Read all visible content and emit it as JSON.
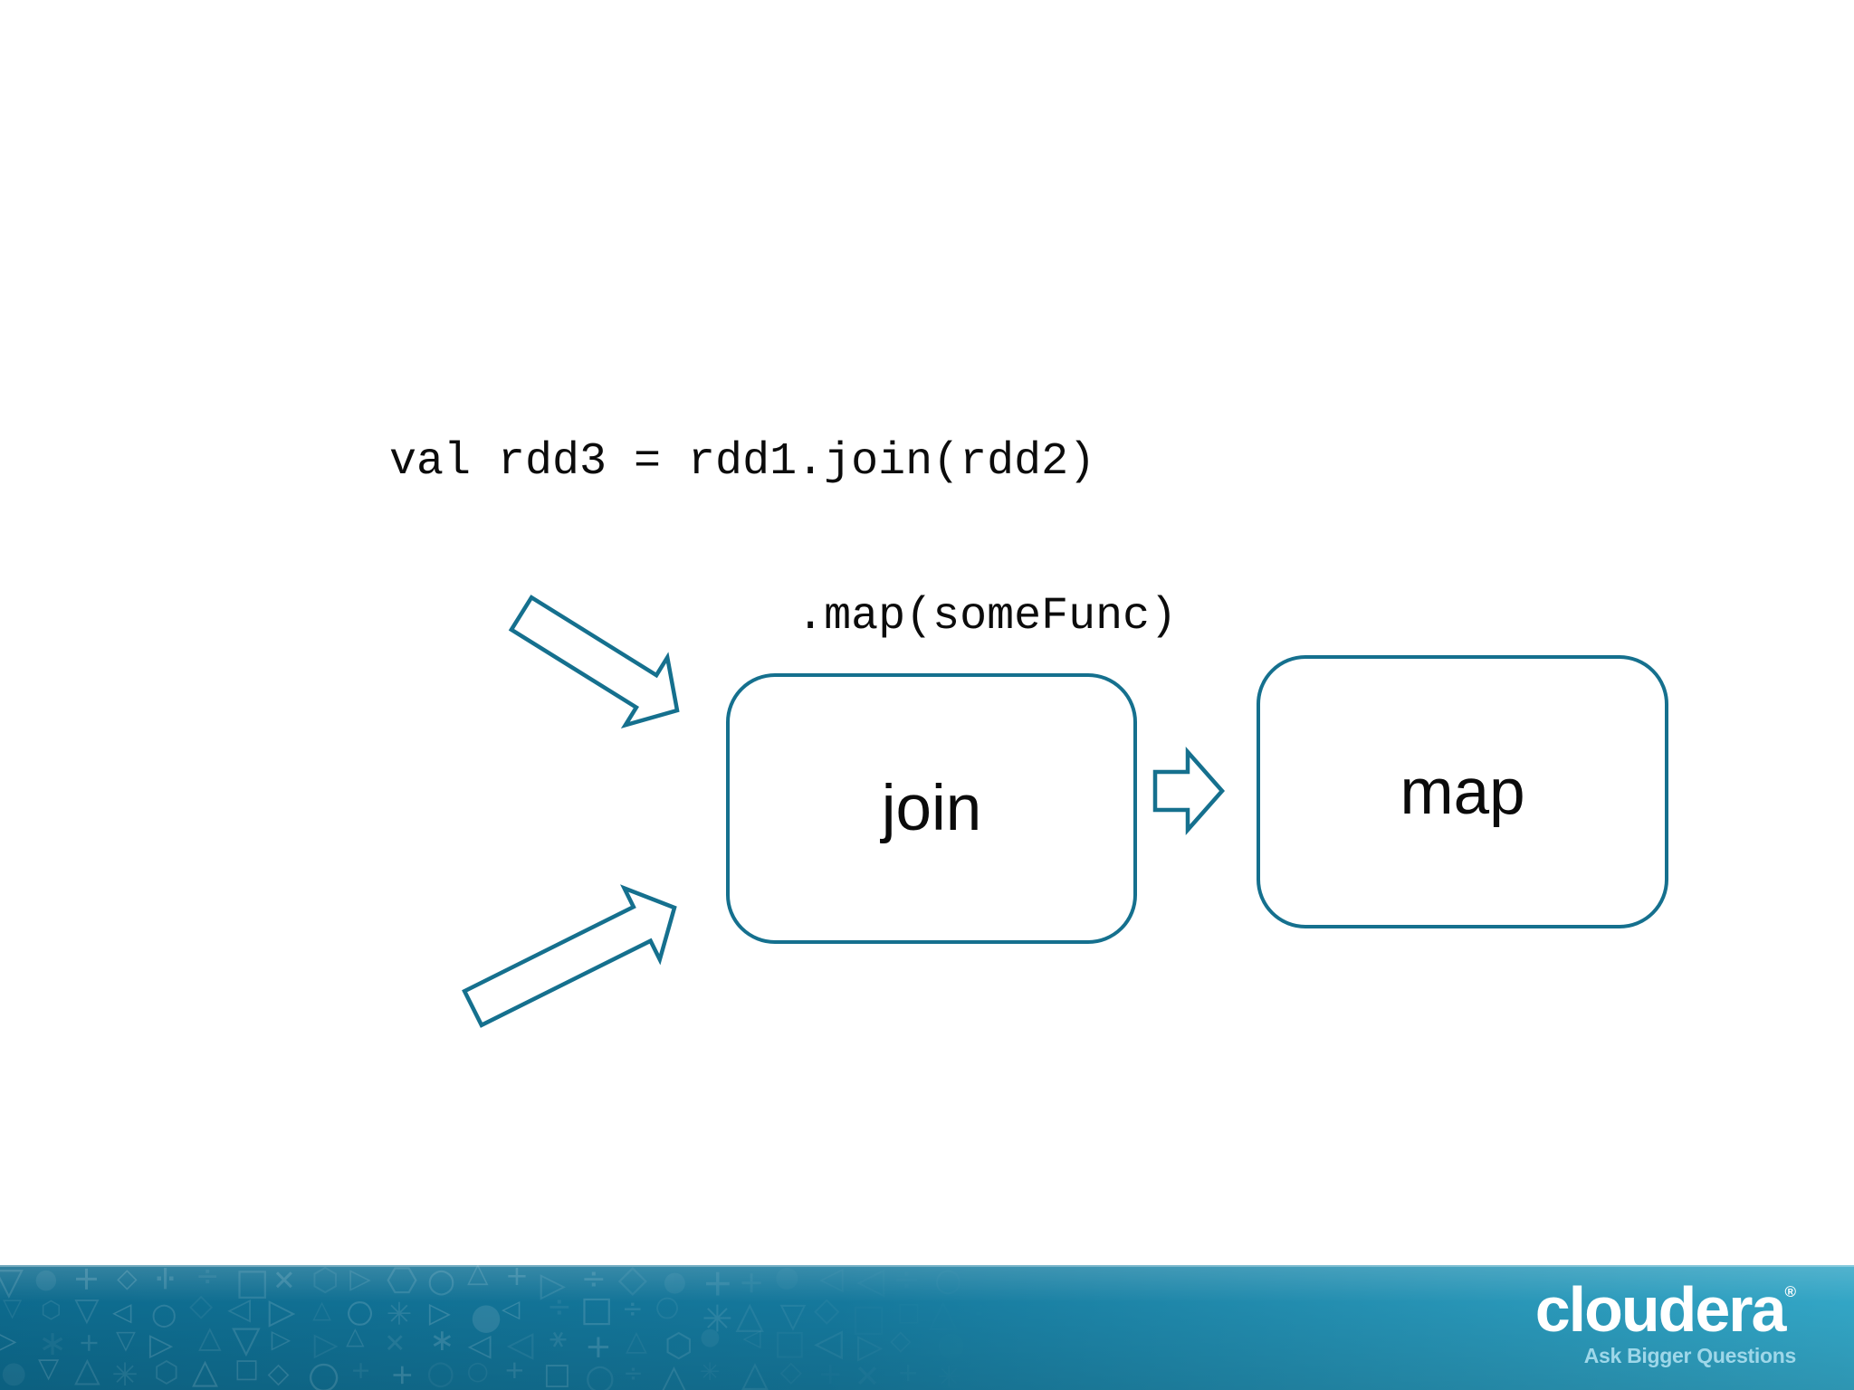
{
  "slide": {
    "code_block": {
      "line1": "val rdd3 = rdd1.join(rdd2)",
      "line2": "               .map(someFunc)"
    },
    "diagram": {
      "join_node_label": "join",
      "map_node_label": "map"
    }
  },
  "footer": {
    "brand": "cloudera",
    "registered_mark": "®",
    "tagline": "Ask Bigger Questions",
    "pattern_glyphs": [
      "◇",
      "△",
      "▽",
      "○",
      "□",
      "+",
      "✕",
      "✳",
      "▷",
      "◁",
      "⬡",
      "÷",
      "●",
      "∗"
    ]
  },
  "colors": {
    "diagram_stroke": "#15708e",
    "code_text": "#0c0c0c",
    "footer_gradient_left": "#0d6a8d",
    "footer_gradient_right": "#33a6c6",
    "tagline_color": "#9ed7e9",
    "brand_color": "#ffffff"
  }
}
